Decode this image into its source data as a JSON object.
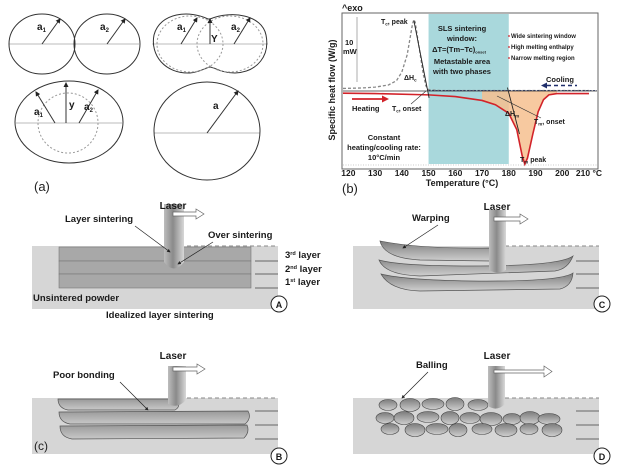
{
  "panel_a": {
    "label": "(a)",
    "stages": [
      {
        "radii": [
          "a1",
          "a2"
        ]
      },
      {
        "radii": [
          "a1",
          "a2"
        ],
        "neck": "Y"
      },
      {
        "radii": [
          "a1",
          "a2"
        ],
        "neck": "y"
      },
      {
        "radii": [
          "a"
        ]
      }
    ],
    "text": {
      "a1": "a",
      "a2": "a",
      "a": "a",
      "sub1": "1",
      "sub2": "2",
      "Y": "Y",
      "y": "y"
    }
  },
  "panel_b": {
    "label": "(b)",
    "exo": "^exo",
    "scale_value": "10",
    "scale_unit": "mW",
    "tc_peak": "T",
    "tc_peak_sub": "c",
    "tc_peak_suffix": ", peak",
    "dhc": "ΔH",
    "dhc_sub": "c",
    "tc_onset": "T",
    "tc_onset_sub": "c",
    "tc_onset_suffix": ", onset",
    "window_lines": [
      "SLS sintering",
      "window:",
      "ΔT=(Tm−Tc)",
      "Metastable area",
      "with two phases"
    ],
    "window_sub": "onset",
    "bullets": [
      "Wide sintering window",
      "High melting enthalpy",
      "Narrow melting region"
    ],
    "bullet_color": "#d2232a",
    "cooling": "Cooling",
    "heating": "Heating",
    "dhm": "ΔH",
    "dhm_sub": "m",
    "tm_onset": "T",
    "tm_onset_sub": "m",
    "tm_onset_suffix": ", onset",
    "tm_peak": "T",
    "tm_peak_sub": "m",
    "tm_peak_suffix": " peak",
    "rate_lines": [
      "Constant",
      "heating/cooling rate:",
      "10°C/min"
    ],
    "colors": {
      "heating": "#d2232a",
      "cooling": "#1f2e6b",
      "window": "#a9d8dc",
      "melt_fill": "#f6c08f",
      "crystal_curve": "#888888"
    }
  },
  "chart_data": {
    "type": "line",
    "title": "",
    "xlabel": "Temperature (°C)",
    "ylabel": "Specific heat flow (W/g)",
    "x_ticks": [
      120,
      130,
      140,
      150,
      160,
      170,
      180,
      190,
      200,
      210
    ],
    "x_tick_labels": [
      "120",
      "130",
      "140",
      "150",
      "160",
      "170",
      "180",
      "190",
      "200",
      "210 °C"
    ],
    "xlim": [
      118,
      213
    ],
    "grid": false,
    "legend": "top-right",
    "sintering_window": [
      150,
      180
    ],
    "series": [
      {
        "name": "Cooling",
        "style": "dashed",
        "x": [
          118,
          125,
          130,
          135,
          138,
          140,
          142,
          143,
          144,
          144.5,
          145,
          146,
          147,
          148,
          149,
          150,
          155,
          170,
          190,
          210
        ],
        "y": [
          0.3,
          0.35,
          0.45,
          0.7,
          1.2,
          2.2,
          4.2,
          6.0,
          7.8,
          8.3,
          8.0,
          6.0,
          4.0,
          2.0,
          0.6,
          0.15,
          0.05,
          0.05,
          0.05,
          0.05
        ]
      },
      {
        "name": "Heating",
        "style": "solid",
        "x": [
          118,
          130,
          150,
          160,
          170,
          175,
          180,
          183,
          185,
          186,
          187,
          189,
          191,
          193,
          195,
          198,
          210
        ],
        "y": [
          -0.25,
          -0.3,
          -0.45,
          -0.65,
          -1.1,
          -1.6,
          -2.6,
          -4.5,
          -7.5,
          -8.5,
          -7.8,
          -5.0,
          -2.4,
          -1.0,
          -0.45,
          -0.3,
          -0.3
        ]
      }
    ],
    "annotations": [
      "Tc, peak",
      "ΔHc",
      "Tc, onset",
      "Tm, onset",
      "ΔHm",
      "Tm peak",
      "10 mW",
      "Constant heating/cooling rate: 10°C/min",
      "SLS sintering window: ΔT=(Tm−Tc)onset Metastable area with two phases"
    ]
  },
  "panel_c": {
    "label": "(c)",
    "laser": "Laser",
    "A": {
      "badge": "A",
      "layer_sintering": "Layer sintering",
      "over_sintering": "Over sintering",
      "layers": [
        {
          "n": "3",
          "sup": "rd",
          "t": " layer"
        },
        {
          "n": "2",
          "sup": "nd",
          "t": " layer"
        },
        {
          "n": "1",
          "sup": "st",
          "t": " layer"
        }
      ],
      "unsintered": "Unsintered powder",
      "caption": "Idealized layer sintering"
    },
    "B": {
      "badge": "B",
      "defect": "Poor bonding"
    },
    "C": {
      "badge": "C",
      "defect": "Warping"
    },
    "D": {
      "badge": "D",
      "defect": "Balling"
    }
  }
}
